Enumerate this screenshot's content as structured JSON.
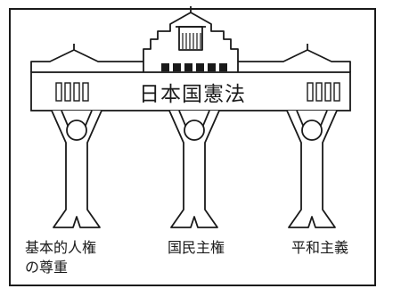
{
  "diagram": {
    "building_title": "日本国憲法",
    "pillars": [
      {
        "lines": [
          "基本的人権",
          "の尊重"
        ]
      },
      {
        "lines": [
          "国民主権"
        ]
      },
      {
        "lines": [
          "平和主義"
        ]
      }
    ]
  }
}
